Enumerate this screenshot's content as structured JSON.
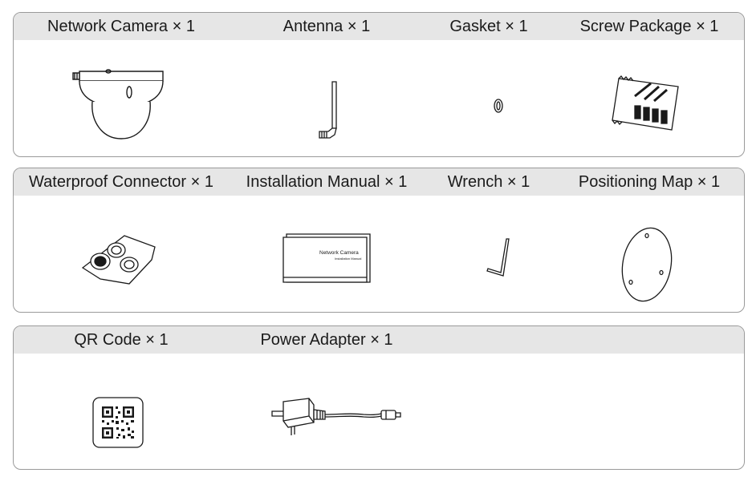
{
  "panels": [
    {
      "items": [
        {
          "label": "Network Camera × 1",
          "icon": "network-camera-icon"
        },
        {
          "label": "Antenna × 1",
          "icon": "antenna-icon"
        },
        {
          "label": "Gasket × 1",
          "icon": "gasket-icon"
        },
        {
          "label": "Screw Package × 1",
          "icon": "screw-package-icon"
        }
      ]
    },
    {
      "items": [
        {
          "label": "Waterproof Connector × 1",
          "icon": "waterproof-connector-icon"
        },
        {
          "label": "Installation Manual × 1",
          "icon": "installation-manual-icon"
        },
        {
          "label": "Wrench × 1",
          "icon": "wrench-icon"
        },
        {
          "label": "Positioning Map × 1",
          "icon": "positioning-map-icon"
        }
      ]
    },
    {
      "items": [
        {
          "label": "QR Code × 1",
          "icon": "qr-code-icon"
        },
        {
          "label": "Power Adapter × 1",
          "icon": "power-adapter-icon"
        }
      ]
    }
  ],
  "manual_cover": {
    "title": "Network Camera",
    "subtitle": "Installation Manual"
  },
  "colors": {
    "panel_border": "#9a9a9a",
    "header_fill": "#e6e6e6",
    "line_art": "#1a1a1a"
  }
}
